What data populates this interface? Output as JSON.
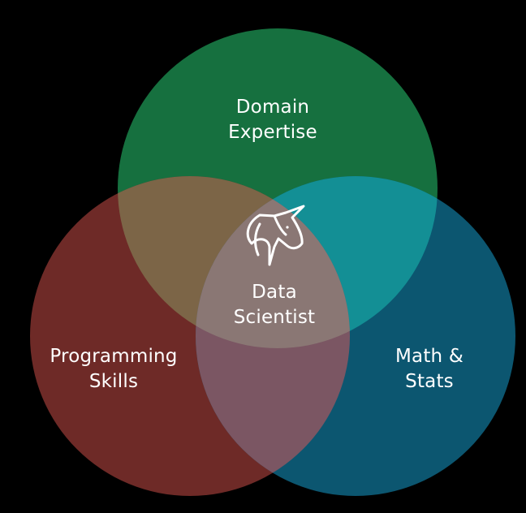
{
  "diagram": {
    "background": "#000000",
    "sets": [
      {
        "id": "domain",
        "label_lines": [
          "Domain",
          "Expertise"
        ],
        "color": "#16703f"
      },
      {
        "id": "programming",
        "label_lines": [
          "Programming",
          "Skills"
        ],
        "color": "#6e2a27"
      },
      {
        "id": "math",
        "label_lines": [
          "Math &",
          "Stats"
        ],
        "color": "#0c5670"
      }
    ],
    "intersections": {
      "domain_programming": "#7c6547",
      "domain_math": "#138f95",
      "programming_math": "#7b5663",
      "all": "#8a7774"
    },
    "center": {
      "label_lines": [
        "Data",
        "Scientist"
      ],
      "icon": "unicorn-icon"
    }
  }
}
